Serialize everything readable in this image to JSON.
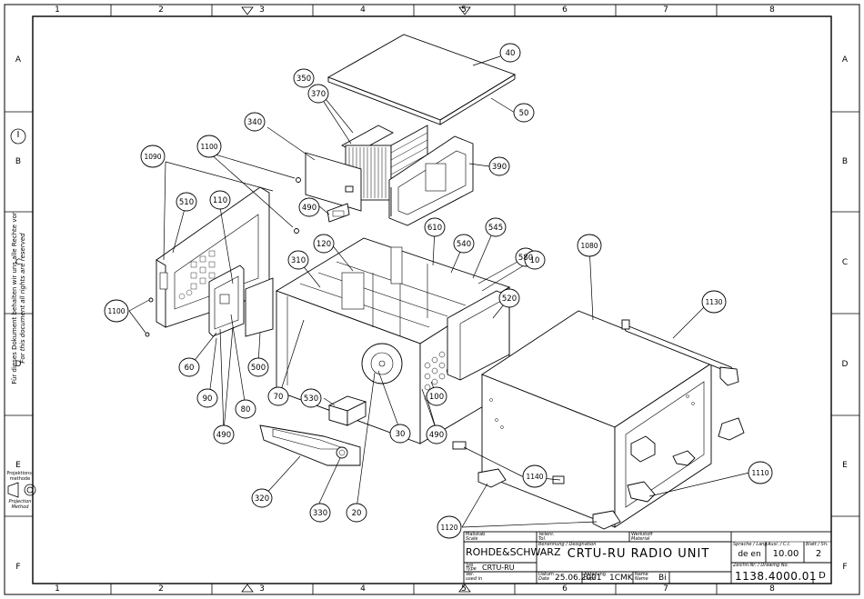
{
  "grid": {
    "columns": [
      "1",
      "2",
      "3",
      "4",
      "5",
      "6",
      "7",
      "8"
    ],
    "rows": [
      "A",
      "B",
      "C",
      "D",
      "E",
      "F"
    ]
  },
  "side_note": {
    "line1": "Für dieses Dokument behalten wir uns alle Rechte vor",
    "line2": "For this document all rights are reserved"
  },
  "revision_mark": "I",
  "projection": {
    "de": "Projektions-methode",
    "en": "Projection Method"
  },
  "callouts": [
    {
      "id": "c40",
      "label": "40"
    },
    {
      "id": "c50",
      "label": "50"
    },
    {
      "id": "c350",
      "label": "350"
    },
    {
      "id": "c370",
      "label": "370"
    },
    {
      "id": "c340",
      "label": "340"
    },
    {
      "id": "c390",
      "label": "390"
    },
    {
      "id": "c1090",
      "label": "1090"
    },
    {
      "id": "c1100a",
      "label": "1100"
    },
    {
      "id": "c510",
      "label": "510"
    },
    {
      "id": "c110",
      "label": "110"
    },
    {
      "id": "c490a",
      "label": "490"
    },
    {
      "id": "c120",
      "label": "120"
    },
    {
      "id": "c610",
      "label": "610"
    },
    {
      "id": "c545",
      "label": "545"
    },
    {
      "id": "c540",
      "label": "540"
    },
    {
      "id": "c580",
      "label": "580"
    },
    {
      "id": "c10",
      "label": "10"
    },
    {
      "id": "c1080",
      "label": "1080"
    },
    {
      "id": "c310",
      "label": "310"
    },
    {
      "id": "c520",
      "label": "520"
    },
    {
      "id": "c1130",
      "label": "1130"
    },
    {
      "id": "c1100b",
      "label": "1100"
    },
    {
      "id": "c60",
      "label": "60"
    },
    {
      "id": "c500",
      "label": "500"
    },
    {
      "id": "c70",
      "label": "70"
    },
    {
      "id": "c90",
      "label": "90"
    },
    {
      "id": "c80",
      "label": "80"
    },
    {
      "id": "c490b",
      "label": "490"
    },
    {
      "id": "c530",
      "label": "530"
    },
    {
      "id": "c100",
      "label": "100"
    },
    {
      "id": "c30",
      "label": "30"
    },
    {
      "id": "c490c",
      "label": "490"
    },
    {
      "id": "c320",
      "label": "320"
    },
    {
      "id": "c330",
      "label": "330"
    },
    {
      "id": "c20",
      "label": "20"
    },
    {
      "id": "c1140",
      "label": "1140"
    },
    {
      "id": "c1110",
      "label": "1110"
    },
    {
      "id": "c1120",
      "label": "1120"
    }
  ],
  "title_block": {
    "scale_label_de": "Maßstab",
    "scale_label_en": "Scale",
    "part_label_de": "Teilenr.",
    "part_label_en": "Tol.",
    "material_label_de": "Werkstoff",
    "material_label_en": "Material",
    "company": "ROHDE&SCHWARZ",
    "designation_label": "Benennung / Designation",
    "designation": "CRTU-RU RADIO UNIT",
    "type_label_de": "Typ",
    "type_label_en": "Type",
    "type_value": "CRTU-RU",
    "usedin_label_de": "Ver.",
    "usedin_label_en": "used in",
    "date_label_de": "Datum",
    "date_label_en": "Date",
    "date": "25.06.2001",
    "dept_label_de": "Abteilung",
    "dept_label_en": "Dept.",
    "dept": "1CMK",
    "name_label_de": "Name",
    "name_label_en": "Name",
    "name": "Bi",
    "lang_label": "Sprache / Lang.",
    "lang": "de en",
    "ci_label": "Ausl. / C.I.",
    "ci": "10.00",
    "sheet_label": "Blatt / Sh.",
    "sheet": "2",
    "drawing_label": "Zeichn.Nr. / Drawing No.",
    "drawing_no": "1138.4000.01",
    "drawing_suffix": "D"
  }
}
